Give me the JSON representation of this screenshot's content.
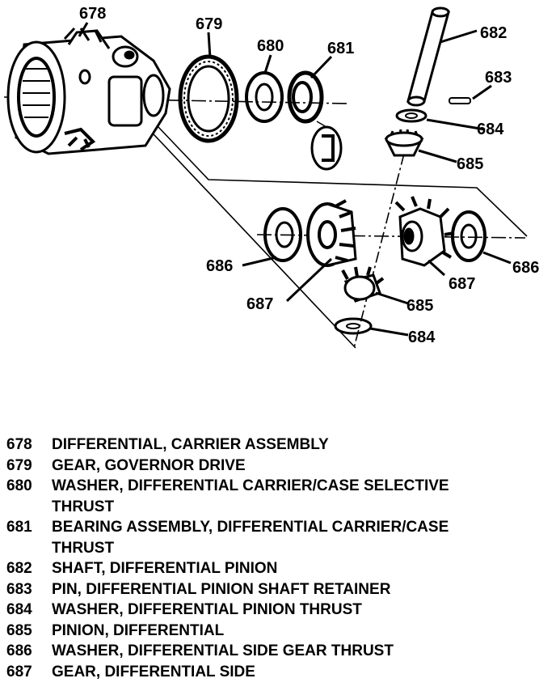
{
  "callouts": {
    "c678": "678",
    "c679": "679",
    "c680": "680",
    "c681": "681",
    "c682": "682",
    "c683": "683",
    "c684a": "684",
    "c685a": "685",
    "c686a": "686",
    "c687a": "687",
    "c687b": "687",
    "c686b": "686",
    "c685b": "685",
    "c684b": "684"
  },
  "legend": [
    {
      "num": "678",
      "lines": [
        "DIFFERENTIAL, CARRIER ASSEMBLY"
      ]
    },
    {
      "num": "679",
      "lines": [
        "GEAR, GOVERNOR DRIVE"
      ]
    },
    {
      "num": "680",
      "lines": [
        "WASHER, DIFFERENTIAL CARRIER/CASE SELECTIVE",
        "THRUST"
      ]
    },
    {
      "num": "681",
      "lines": [
        "BEARING ASSEMBLY, DIFFERENTIAL CARRIER/CASE",
        "THRUST"
      ]
    },
    {
      "num": "682",
      "lines": [
        "SHAFT, DIFFERENTIAL PINION"
      ]
    },
    {
      "num": "683",
      "lines": [
        "PIN, DIFFERENTIAL PINION SHAFT RETAINER"
      ]
    },
    {
      "num": "684",
      "lines": [
        "WASHER, DIFFERENTIAL PINION THRUST"
      ]
    },
    {
      "num": "685",
      "lines": [
        "PINION, DIFFERENTIAL"
      ]
    },
    {
      "num": "686",
      "lines": [
        "WASHER, DIFFERENTIAL SIDE GEAR THRUST"
      ]
    },
    {
      "num": "687",
      "lines": [
        "GEAR, DIFFERENTIAL SIDE"
      ]
    }
  ]
}
